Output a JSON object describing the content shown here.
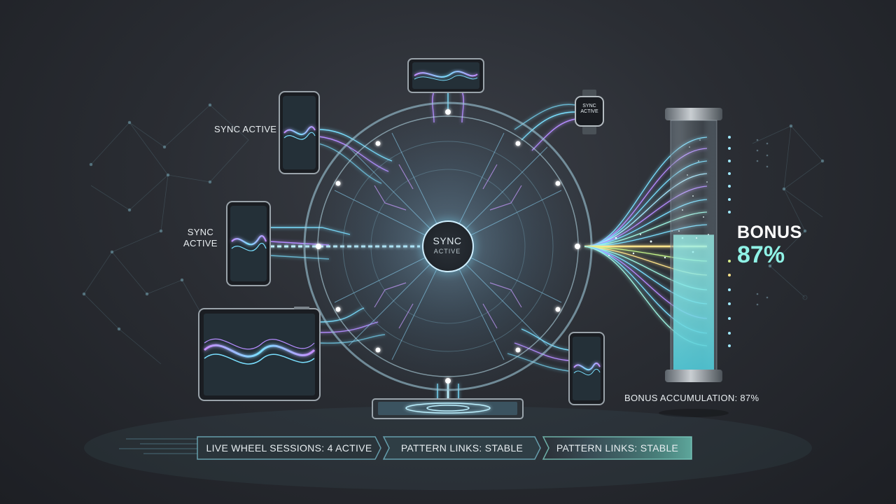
{
  "labels": {
    "left_top": "SYNC ACTIVE",
    "left_mid_line1": "SYNC",
    "left_mid_line2": "ACTIVE",
    "hub_line1": "SYNC",
    "hub_line2": "ACTIVE",
    "watch_line1": "SYNC",
    "watch_line2": "ACTIVE"
  },
  "bonus": {
    "title": "BONUS",
    "value": "87%",
    "fill_fraction": 0.55,
    "caption": "BONUS ACCUMULATION: 87%"
  },
  "status_bar": [
    {
      "label": "LIVE WHEEL SESSIONS: 4 ACTIVE"
    },
    {
      "label": "PATTERN LINKS: STABLE"
    },
    {
      "label": "PATTERN LINKS: STABLE"
    }
  ],
  "colors": {
    "cyan": "#6fe3ff",
    "violet": "#b58cff",
    "teal": "#7ff0de",
    "gold": "#ffe48a"
  },
  "icons": [
    "smartphone-icon",
    "smartwatch-icon",
    "tablet-icon",
    "laptop-icon",
    "sync-wheel-icon",
    "bonus-tube-icon"
  ]
}
